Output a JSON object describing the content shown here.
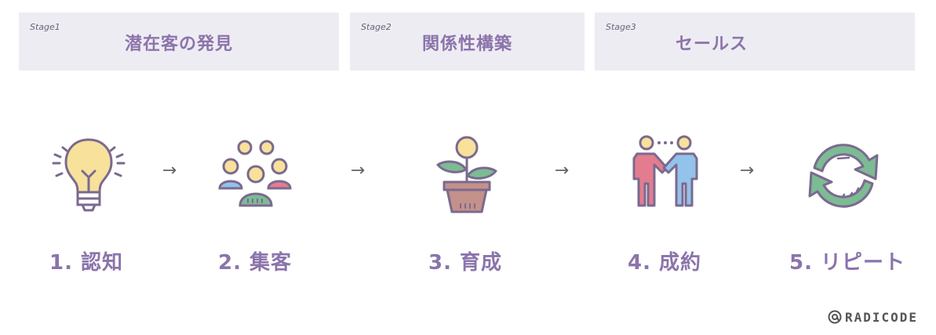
{
  "stages": [
    {
      "tag": "Stage1",
      "title": "潜在客の発見"
    },
    {
      "tag": "Stage2",
      "title": "関係性構築"
    },
    {
      "tag": "Stage3",
      "title": "セールス"
    }
  ],
  "steps": [
    {
      "label": "1. 認知",
      "icon": "lightbulb-icon"
    },
    {
      "label": "2. 集客",
      "icon": "people-group-icon"
    },
    {
      "label": "3. 育成",
      "icon": "potted-plant-icon"
    },
    {
      "label": "4. 成約",
      "icon": "handshake-icon"
    },
    {
      "label": "5. リピート",
      "icon": "repeat-cycle-icon"
    }
  ],
  "arrow_glyph": "→",
  "logo": {
    "text": "RADICODE"
  },
  "colors": {
    "accent": "#8b74ab",
    "stage_bg": "#eeecf3",
    "outline": "#7a6a8f",
    "yellow": "#f7e19b",
    "blue": "#93c2ea",
    "pink": "#e47c8f",
    "green": "#7dbb94"
  }
}
